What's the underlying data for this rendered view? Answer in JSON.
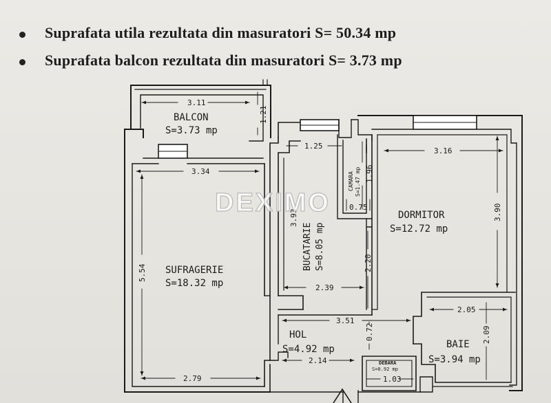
{
  "header_fragment": "",
  "summary": {
    "items": [
      {
        "text": "Suprafata utila rezultata din masuratori S= 50.34 mp"
      },
      {
        "text": "Suprafata balcon rezultata din masuratori S=  3.73 mp"
      }
    ]
  },
  "watermark": "DEXIMO",
  "rooms": {
    "balcon": {
      "name": "BALCON",
      "area": "S=3.73 mp"
    },
    "sufragerie": {
      "name": "SUFRAGERIE",
      "area": "S=18.32 mp"
    },
    "bucatarie": {
      "name": "BUCATARIE",
      "area": "S=8.05 mp"
    },
    "camara": {
      "name": "CAMARA",
      "area": "S=1.47 mp"
    },
    "dormitor": {
      "name": "DORMITOR",
      "area": "S=12.72 mp"
    },
    "hol": {
      "name": "HOL",
      "area": "S=4.92 mp"
    },
    "baie": {
      "name": "BAIE",
      "area": "S=3.94 mp"
    },
    "debara": {
      "name": "DEBARA",
      "area": "S=0.92 mp"
    }
  },
  "dimensions": {
    "balcon_width": "3.11",
    "balcon_depth": "1.21",
    "sufragerie_width": "3.34",
    "sufragerie_height": "5.54",
    "sufragerie_bottom": "2.79",
    "bucatarie_top": "1.25",
    "bucatarie_height": "3.93",
    "bucatarie_bottom": "2.39",
    "camara_height": "1.96",
    "camara_width": "0.75",
    "dormitor_width": "3.16",
    "dormitor_height": "3.90",
    "hol_wall": "2.20",
    "hol_width": "3.51",
    "hol_door": "0.72",
    "hol_bottom": "2.14",
    "baie_width": "2.05",
    "baie_height": "2.09",
    "debara_width": "1.03"
  }
}
